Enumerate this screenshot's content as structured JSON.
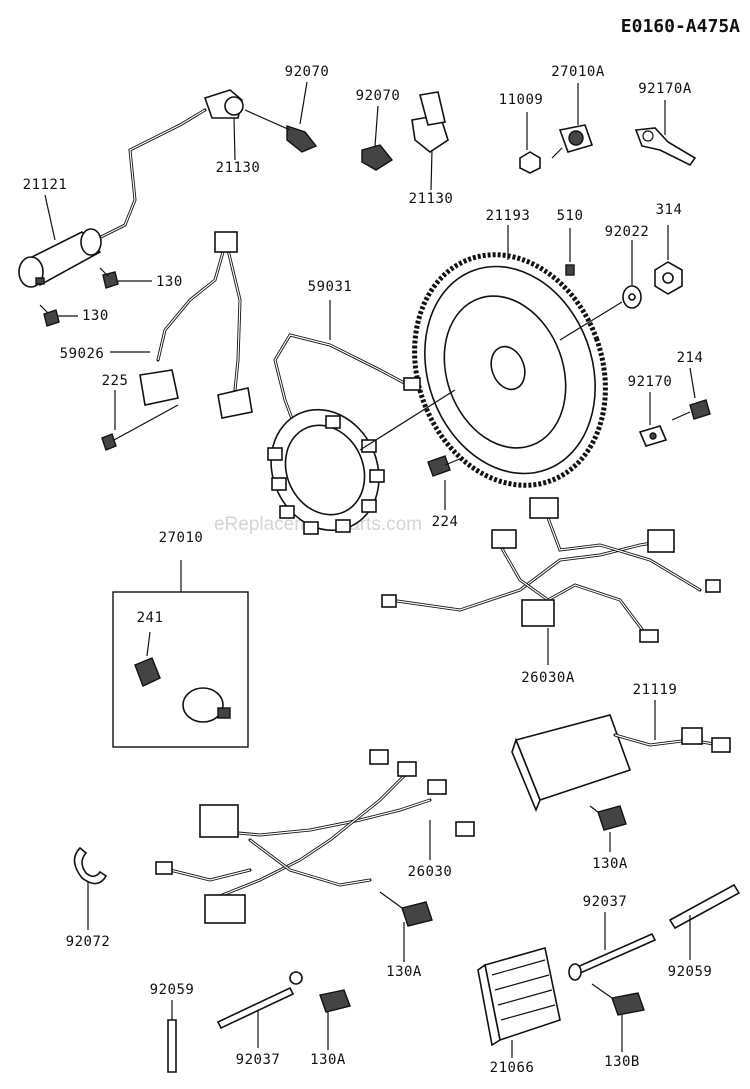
{
  "diagram_code": "E0160-A475A",
  "watermark": "eReplacementParts.com",
  "labels": {
    "p92070a": "92070",
    "p92070b": "92070",
    "p27010a": "27010A",
    "p11009": "11009",
    "p92170a": "92170A",
    "p21121": "21121",
    "p21130a": "21130",
    "p21130b": "21130",
    "p130a": "130",
    "p130b": "130",
    "p21193": "21193",
    "p510": "510",
    "p92022": "92022",
    "p314": "314",
    "p59031": "59031",
    "p59026": "59026",
    "p225": "225",
    "p214": "214",
    "p92170": "92170",
    "p224": "224",
    "p27010": "27010",
    "p241": "241",
    "p26030a": "26030A",
    "p21119": "21119",
    "p26030": "26030",
    "p130A1": "130A",
    "p130A2": "130A",
    "p130A3": "130A",
    "p92072": "92072",
    "p92037a": "92037",
    "p92037b": "92037",
    "p92059a": "92059",
    "p92059b": "92059",
    "p21066": "21066",
    "p130B": "130B"
  }
}
